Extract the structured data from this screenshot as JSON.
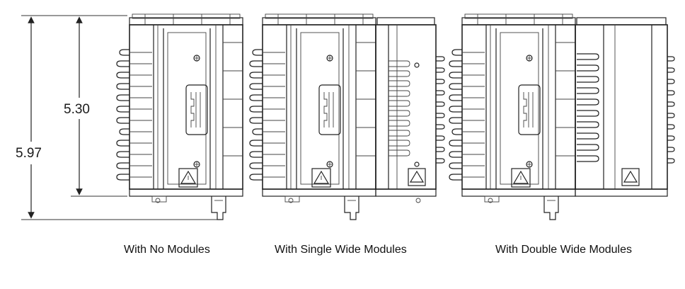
{
  "dimensions": {
    "overall_height": "5.97",
    "body_height": "5.30"
  },
  "captions": {
    "no_modules": "With No Modules",
    "single_wide": "With Single Wide Modules",
    "double_wide": "With Double Wide Modules"
  },
  "icons": {
    "warning_symbol": "hazard-triangle-icon",
    "screw": "screw-icon"
  }
}
